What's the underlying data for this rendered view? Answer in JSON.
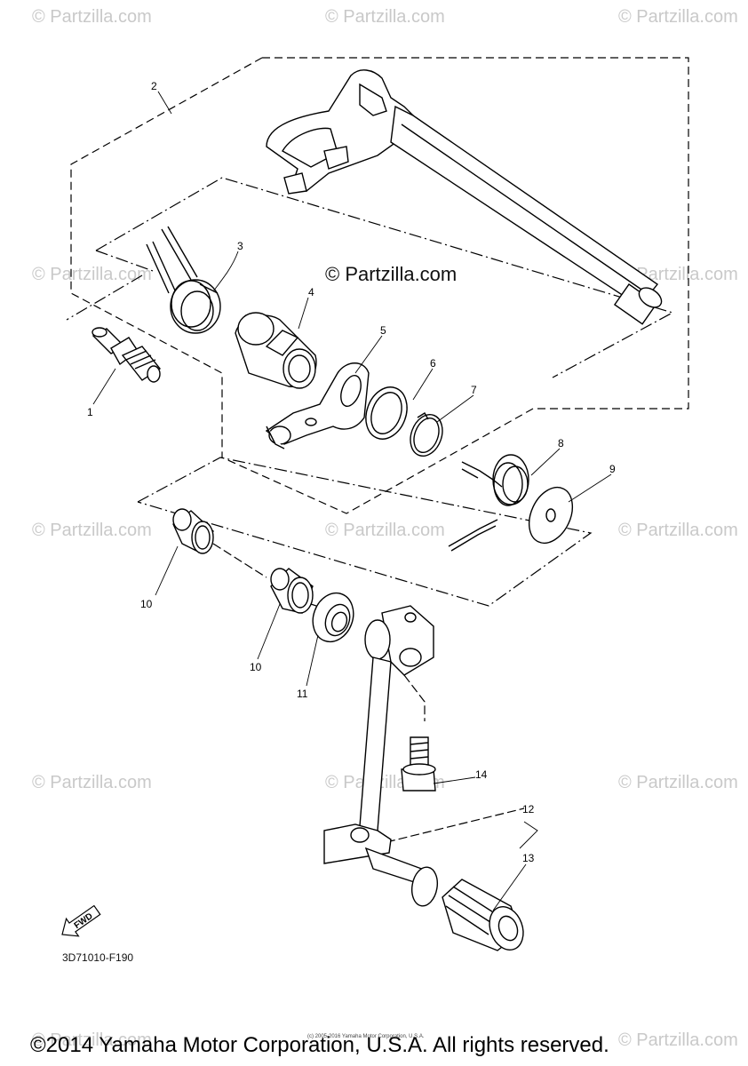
{
  "watermark": "© Partzilla.com",
  "center_watermark": "© Partzilla.com",
  "callouts": {
    "c1": "1",
    "c2": "2",
    "c3": "3",
    "c4": "4",
    "c5": "5",
    "c6": "6",
    "c7": "7",
    "c8": "8",
    "c9": "9",
    "c10a": "10",
    "c10b": "10",
    "c11": "11",
    "c12": "12",
    "c13": "13",
    "c14": "14"
  },
  "fwd_label": "FWD",
  "diagram_code": "3D71010-F190",
  "copyright": "©2014 Yamaha Motor Corporation, U.S.A. All rights reserved.",
  "copyright_small": "(c) 2005-2016 Yamaha Motor Corporation, U.S.A."
}
